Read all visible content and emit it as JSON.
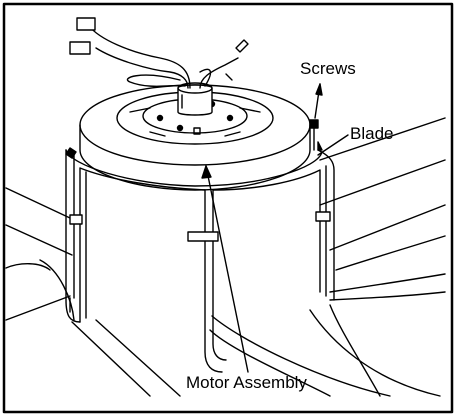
{
  "callouts": {
    "screws": "Screws",
    "blade": "Blade",
    "motor_assembly": "Motor Assembly"
  },
  "colors": {
    "line": "#000000",
    "background": "#ffffff",
    "shade": "#d9d9d9"
  }
}
